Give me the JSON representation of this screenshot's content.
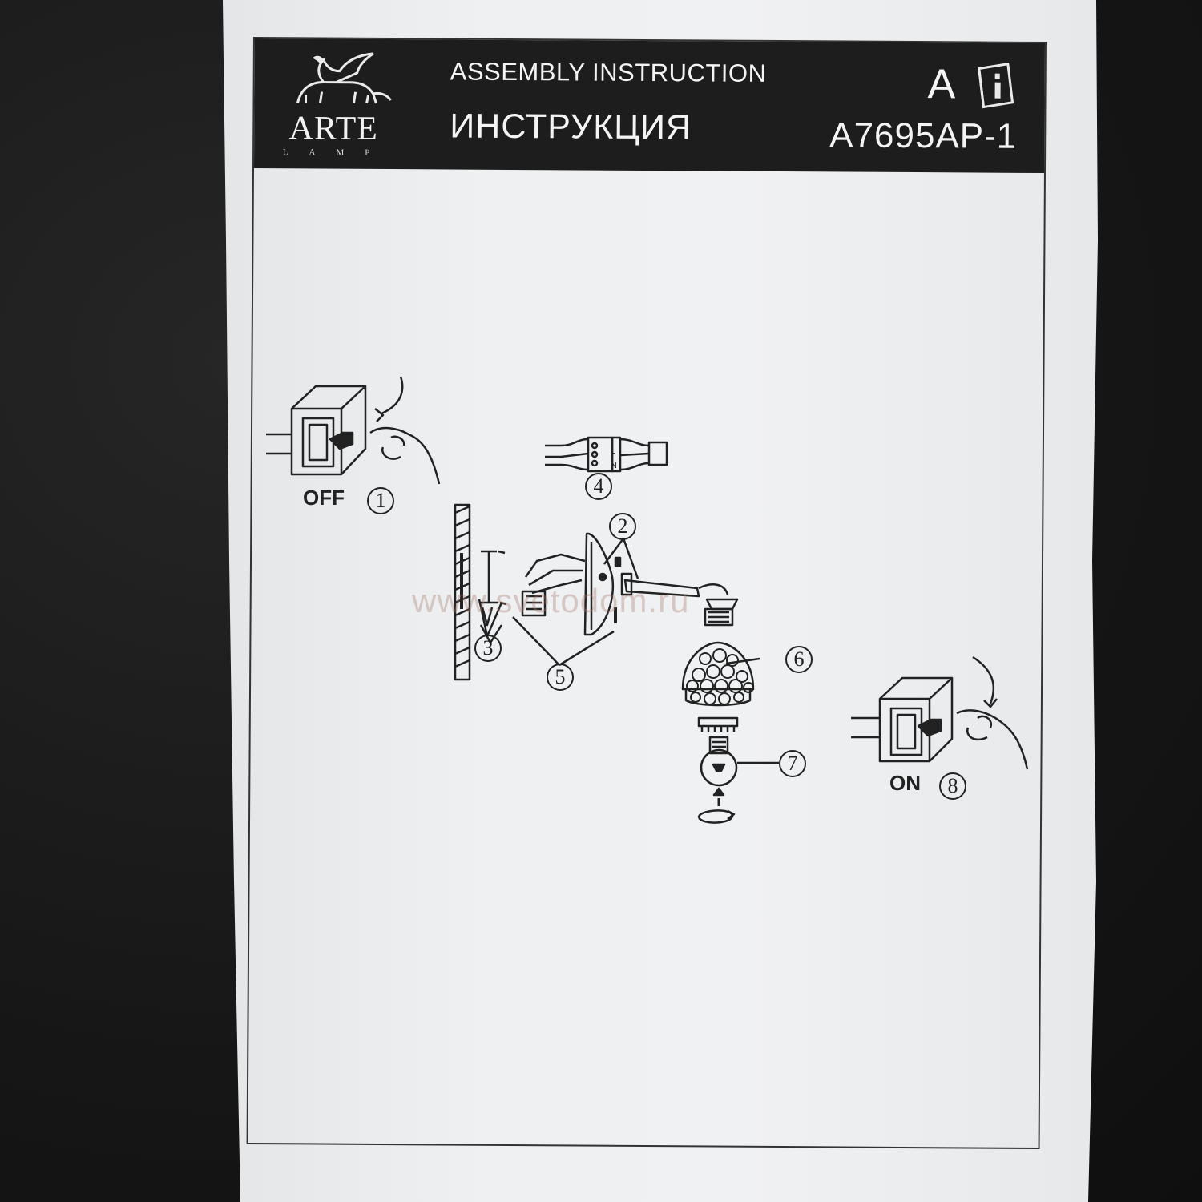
{
  "header": {
    "brand_name": "ARTE",
    "brand_sub": "LAMP",
    "title_en": "ASSEMBLY  INSTRUCTION",
    "title_ru": "ИНСТРУКЦИЯ",
    "letter": "A",
    "model": "A7695AP-1"
  },
  "steps": [
    {
      "num": "1",
      "label": "OFF"
    },
    {
      "num": "2",
      "label": ""
    },
    {
      "num": "3",
      "label": ""
    },
    {
      "num": "4",
      "label": ""
    },
    {
      "num": "5",
      "label": ""
    },
    {
      "num": "6",
      "label": ""
    },
    {
      "num": "7",
      "label": ""
    },
    {
      "num": "8",
      "label": "ON"
    }
  ],
  "connector_labels": [
    "L",
    "N"
  ],
  "watermark": "www.svetodom.ru",
  "colors": {
    "header_bg": "#1d1d1d",
    "paper": "#eef0f1",
    "ink": "#222222"
  }
}
